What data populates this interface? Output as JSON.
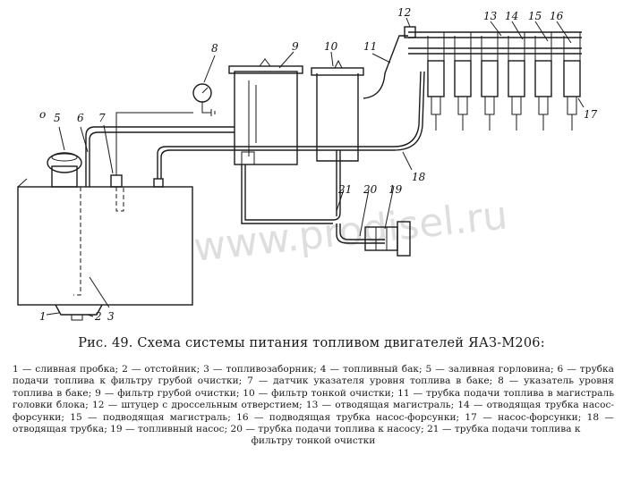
{
  "figure": {
    "labels": {
      "n0": "о",
      "n1": "1",
      "n2": "2",
      "n3": "3",
      "n5": "5",
      "n6": "6",
      "n7": "7",
      "n8": "8",
      "n9": "9",
      "n10": "10",
      "n11": "11",
      "n12": "12",
      "n13": "13",
      "n14": "14",
      "n15": "15",
      "n16": "16",
      "n17": "17",
      "n18": "18",
      "n19": "19",
      "n20": "20",
      "n21": "21"
    },
    "watermark": "www.prodisel.ru"
  },
  "caption": "Рис. 49. Схема системы питания топливом двигателей ЯАЗ-М206:",
  "legend": {
    "text": "1 — сливная пробка; 2 — отстойник; 3 — топливозаборник; 4 — топливный бак; 5 — заливная горловина; 6 — трубка подачи топлива к фильтру грубой очистки; 7 — датчик указателя уровня топлива в баке; 8 — указатель уровня топлива в баке; 9 — фильтр грубой очистки; 10 — фильтр тонкой очистки; 11 — трубка подачи топлива в магистраль головки блока; 12 — штуцер с дроссельным отверстием; 13 — отводящая магистраль; 14 — отводящая трубка насос-форсунки; 15 — подводящая магистраль; 16 — подводящая трубка насос-форсунки; 17 — насос-форсунки; 18 — отводящая трубка; 19 — топливный насос; 20 — трубка подачи топлива к насосу; 21 — трубка подачи топлива к",
    "last_line": "фильтру тонкой очистки"
  }
}
